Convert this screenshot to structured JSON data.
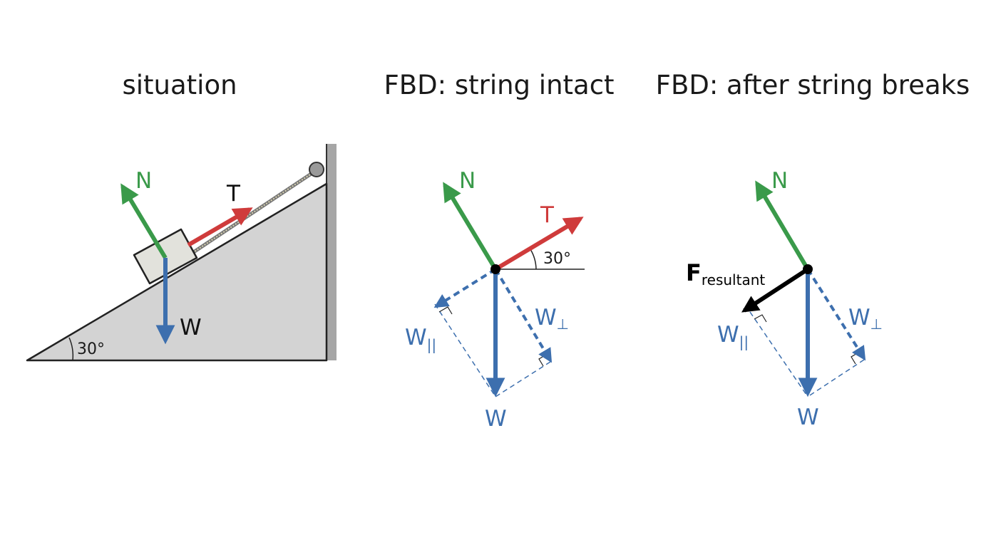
{
  "panels": [
    {
      "title": "situation"
    },
    {
      "title": "FBD: string intact"
    },
    {
      "title": "FBD: after string breaks"
    }
  ],
  "labels": {
    "normal": "N",
    "tension": "T",
    "weight": "W",
    "w_parallel_base": "W",
    "w_parallel_sub": "||",
    "w_perp_base": "W",
    "w_perp_sub": "⊥",
    "angle": "30°",
    "resultant_base": "F",
    "resultant_sub": "resultant"
  },
  "colors": {
    "normal": "#3a9a4a",
    "tension": "#cf3b3b",
    "weight": "#3d6fae",
    "resultant": "#000000",
    "incline_fill": "#d3d3d3",
    "block_fill": "#e2e2dc",
    "wall": "#a6a6a6"
  }
}
